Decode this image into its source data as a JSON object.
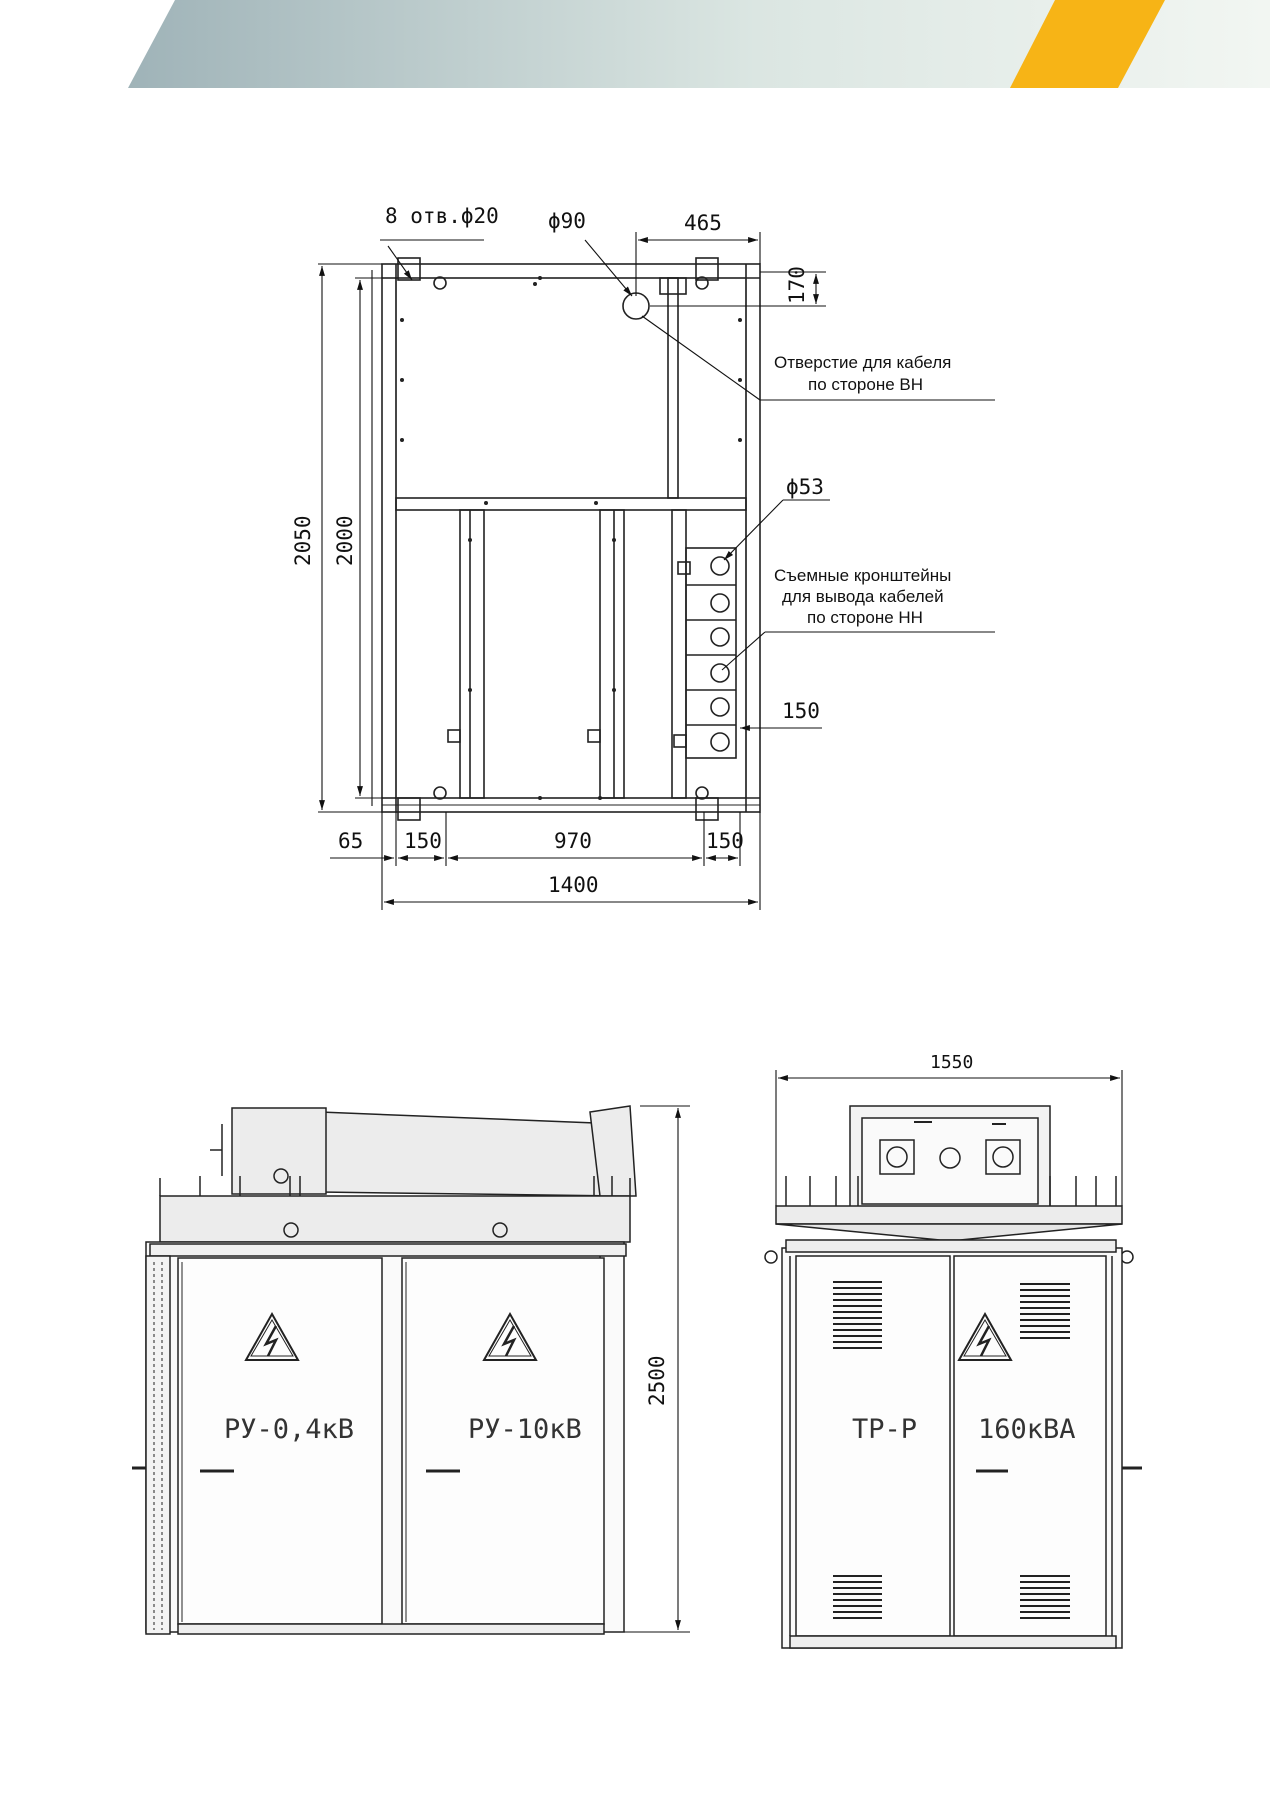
{
  "header": {
    "accent_color": "#f7b416",
    "band_colors": [
      "#9fb3b8",
      "#e6eeea"
    ]
  },
  "plan": {
    "holes_label": "8 отв.ϕ20",
    "hv_hole_diameter": "ϕ90",
    "dim_465": "465",
    "dim_170": "170",
    "hv_cable_note_line1": "Отверстие для кабеля",
    "hv_cable_note_line2": "по стороне ВН",
    "lv_hole_diameter": "ϕ53",
    "brackets_note_line1": "Съемные кронштейны",
    "brackets_note_line2": "для вывода кабелей",
    "brackets_note_line3": "по стороне НН",
    "dim_150_right": "150",
    "dim_2050": "2050",
    "dim_2000": "2000",
    "dim_65": "65",
    "dim_150_left": "150",
    "dim_970": "970",
    "dim_150_bottom_right": "150",
    "dim_1400": "1400"
  },
  "front_view": {
    "door_left_label": "РУ-0,4кВ",
    "door_right_label": "РУ-10кВ",
    "dim_height": "2500"
  },
  "side_view": {
    "dim_width": "1550",
    "door_left_label": "ТР-Р",
    "door_right_label": "160кВА"
  }
}
